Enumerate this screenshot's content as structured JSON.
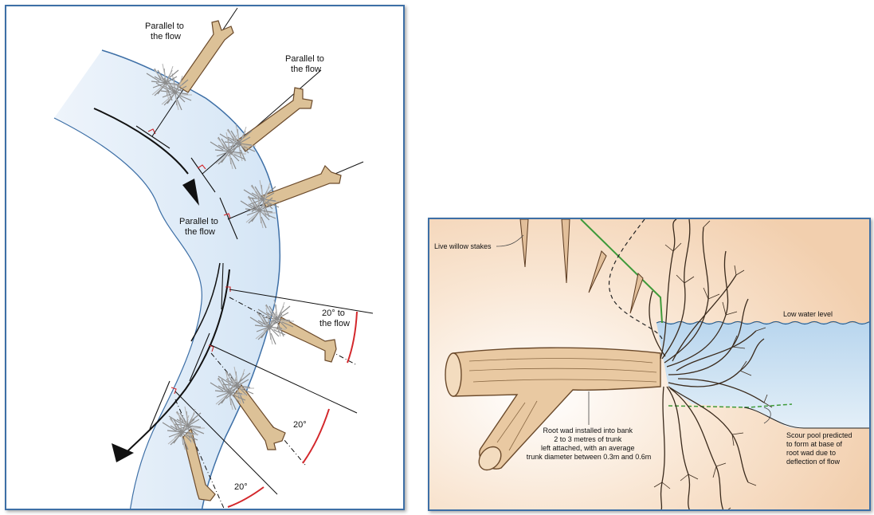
{
  "figure_left": {
    "labels": {
      "parallel_top_left": [
        "Parallel to",
        "the flow"
      ],
      "parallel_top_right": [
        "Parallel to",
        "the flow"
      ],
      "parallel_middle": [
        "Parallel to",
        "the flow"
      ],
      "angle_upper": [
        "20° to",
        "the flow"
      ],
      "angle_middle": "20°",
      "angle_bottom": "20°"
    },
    "colors": {
      "river": "#d9e8f6",
      "river_bank": "#3d6fa6",
      "trunk": "#dcc197",
      "trunk_outline": "#6b4a2b",
      "roots": "#8c8c8c",
      "angle_arc": "#d3272b",
      "right_angle": "#d3272b"
    }
  },
  "figure_right": {
    "labels": {
      "live_willow_stakes": "Live willow stakes",
      "low_water_level": "Low water level",
      "root_wad_installed": [
        "Root wad installed into bank",
        "2 to 3 metres of trunk",
        "left attached, with an average",
        "trunk diameter between 0.3m and 0.6m"
      ],
      "scour_pool": [
        "Scour pool predicted",
        "to form at base of",
        "root wad due to",
        "deflection of flow"
      ]
    },
    "colors": {
      "bank_soil": "#f6dcc4",
      "water": "#cfe3f3",
      "trunk": "#e9c9a2",
      "roots": "#3a2a1c",
      "bank_line": "#3f9a3a"
    }
  }
}
